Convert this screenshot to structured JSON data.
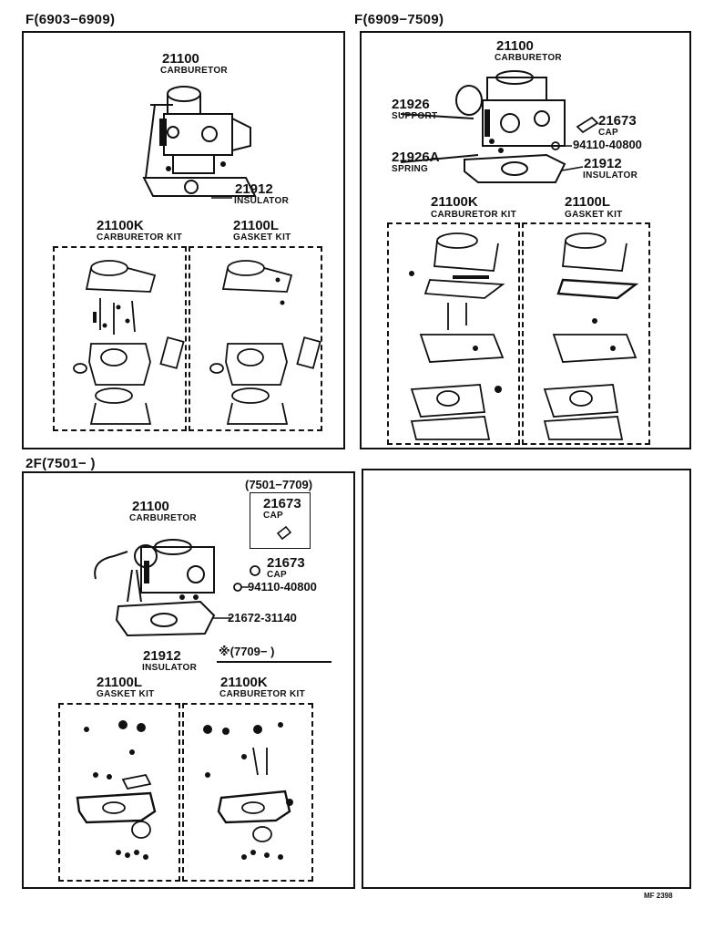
{
  "sections": [
    {
      "header": "F(6903−6909)",
      "carburetor": {
        "number": "21100",
        "name": "CARBURETOR"
      },
      "insulator": {
        "number": "21912",
        "name": "INSULATOR"
      },
      "kit_left": {
        "number": "21100K",
        "name": "CARBURETOR KIT"
      },
      "kit_right": {
        "number": "21100L",
        "name": "GASKET KIT"
      }
    },
    {
      "header": "F(6909−7509)",
      "carburetor": {
        "number": "21100",
        "name": "CARBURETOR"
      },
      "support": {
        "number": "21926",
        "name": "SUPPORT"
      },
      "spring": {
        "number": "21926A",
        "name": "SPRING"
      },
      "cap": {
        "number": "21673",
        "name": "CAP"
      },
      "bolt": {
        "number": "94110-40800"
      },
      "insulator": {
        "number": "21912",
        "name": "INSULATOR"
      },
      "kit_left": {
        "number": "21100K",
        "name": "CARBURETOR KIT"
      },
      "kit_right": {
        "number": "21100L",
        "name": "GASKET KIT"
      }
    },
    {
      "header": "2F(7501−       )",
      "inset": {
        "range": "(7501−7709)",
        "number": "21673",
        "name": "CAP"
      },
      "carburetor": {
        "number": "21100",
        "name": "CARBURETOR"
      },
      "cap": {
        "number": "21673",
        "name": "CAP"
      },
      "bolt": {
        "number": "94110-40800"
      },
      "pipe": {
        "number": "21672-31140"
      },
      "insulator": {
        "number": "21912",
        "name": "INSULATOR"
      },
      "note": "※(7709−       )",
      "kit_left": {
        "number": "21100L",
        "name": "GASKET KIT"
      },
      "kit_right": {
        "number": "21100K",
        "name": "CARBURETOR KIT"
      }
    }
  ],
  "footer": "MF 2398"
}
